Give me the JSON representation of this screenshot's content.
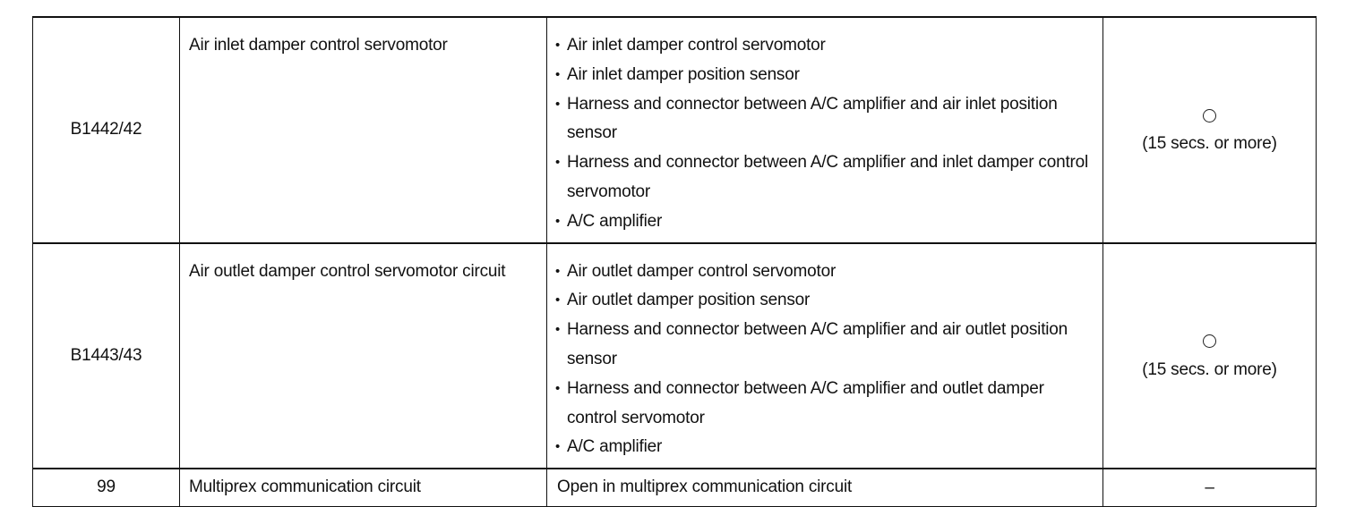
{
  "rows": [
    {
      "code": "B1442/42",
      "item": "Air inlet damper control servomotor",
      "areas": [
        "Air inlet damper control servomotor",
        "Air inlet damper position sensor",
        "Harness and connector between A/C amplifier and air inlet position sensor",
        "Harness and connector between A/C amplifier and inlet damper control servomotor",
        "A/C amplifier"
      ],
      "memory_symbol": "○",
      "memory_text": "(15 secs. or more)"
    },
    {
      "code": "B1443/43",
      "item": "Air outlet damper control servomotor circuit",
      "areas": [
        "Air outlet damper control servomotor",
        "Air outlet damper position sensor",
        "Harness and connector between A/C amplifier and air outlet position sensor",
        "Harness and connector between A/C amplifier and outlet damper control servomotor",
        "A/C amplifier"
      ],
      "memory_symbol": "○",
      "memory_text": "(15 secs. or more)"
    },
    {
      "code": "99",
      "item": "Multiprex communication circuit",
      "area": "Open in multiprex communication circuit",
      "memory": "–"
    }
  ],
  "bullet": "•"
}
